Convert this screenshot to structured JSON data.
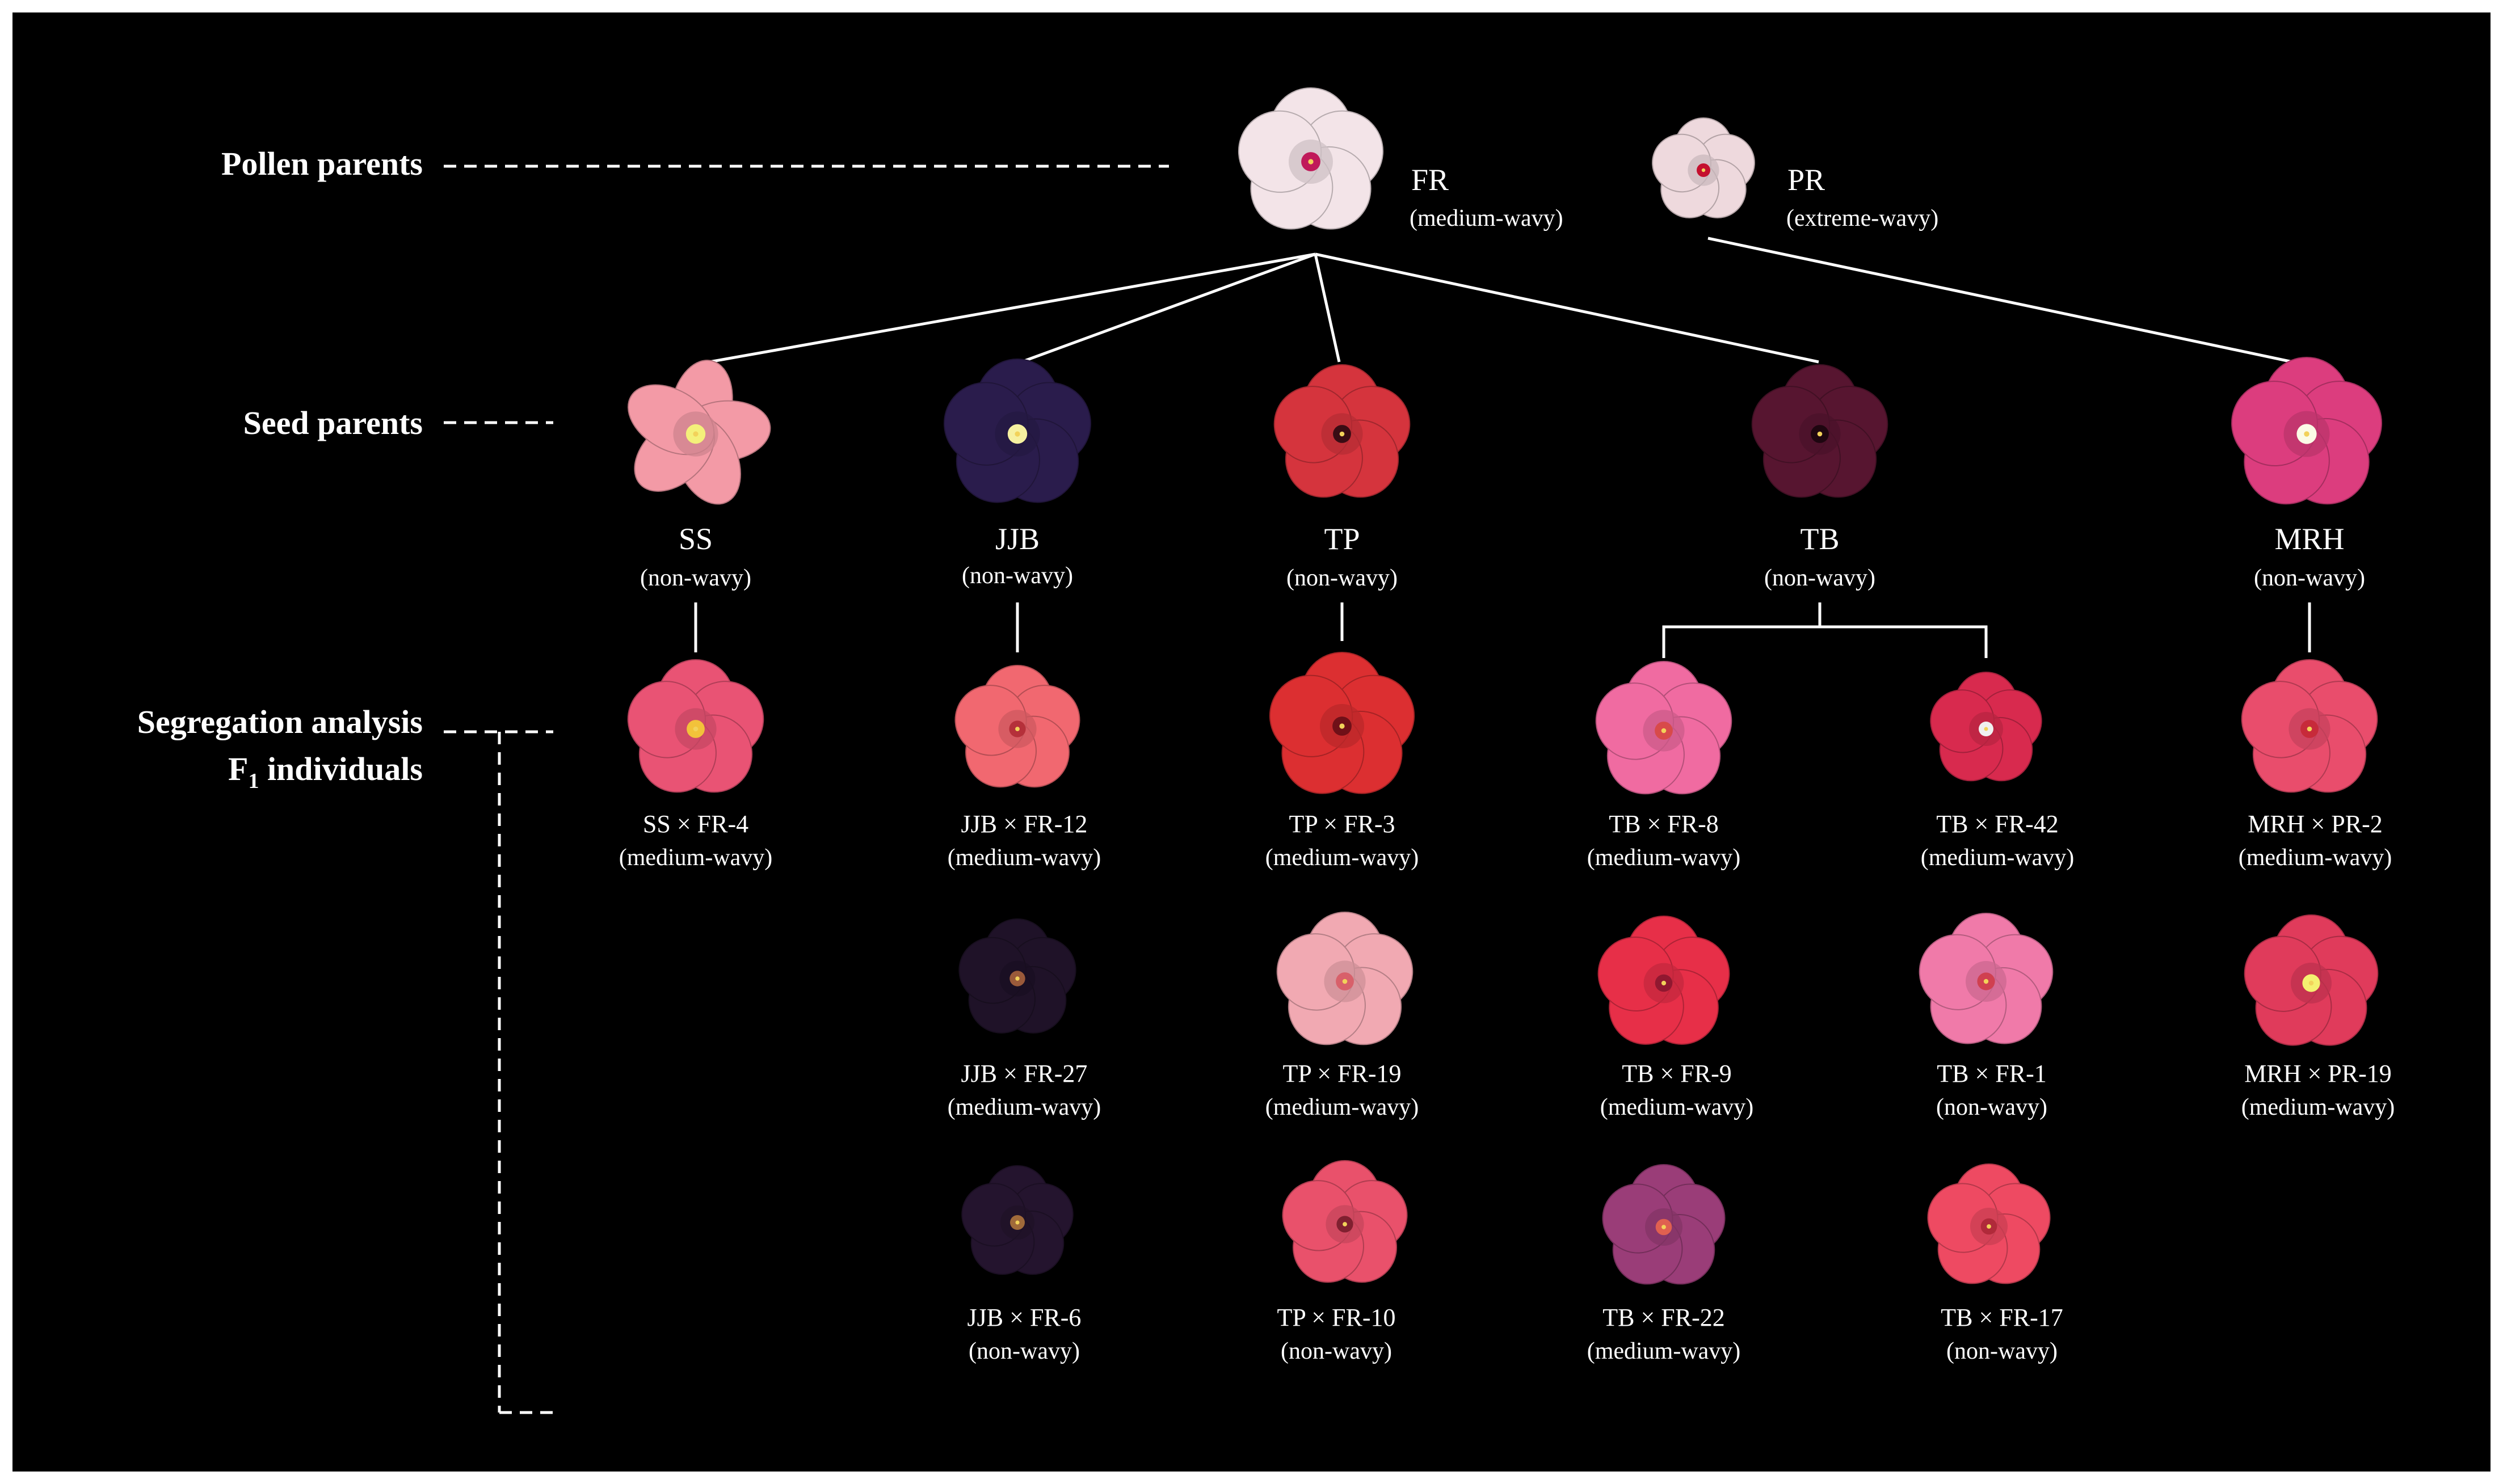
{
  "row_labels": {
    "pollen": "Pollen parents",
    "seed": "Seed parents",
    "segregation_line1": "Segregation analysis",
    "segregation_line2_main": "F",
    "segregation_line2_sub": "1",
    "segregation_line2_rest": " individuals"
  },
  "pollen_parents": [
    {
      "name": "FR",
      "phenotype": "(medium-wavy)",
      "color": "#f3e4e8",
      "center": "#c01a5a"
    },
    {
      "name": "PR",
      "phenotype": "(extreme-wavy)",
      "color": "#eed9dd",
      "center": "#c4102e"
    }
  ],
  "seed_parents": [
    {
      "name": "SS",
      "phenotype": "(non-wavy)",
      "color": "#f39aa6",
      "center": "#f4f07a"
    },
    {
      "name": "JJB",
      "phenotype": "(non-wavy)",
      "color": "#2a1c4c",
      "center": "#f6f0a0"
    },
    {
      "name": "TP",
      "phenotype": "(non-wavy)",
      "color": "#d5343d",
      "center": "#3a0c14"
    },
    {
      "name": "TB",
      "phenotype": "(non-wavy)",
      "color": "#571530",
      "center": "#1e0610"
    },
    {
      "name": "MRH",
      "phenotype": "(non-wavy)",
      "color": "#dc3d7e",
      "center": "#fbfbe6"
    }
  ],
  "f1_individuals": [
    {
      "name": "SS × FR-4",
      "phenotype": "(medium-wavy)",
      "color": "#e95374",
      "center": "#f2c23a"
    },
    {
      "name": "JJB × FR-12",
      "phenotype": "(medium-wavy)",
      "color": "#f16870",
      "center": "#b5303a"
    },
    {
      "name": "JJB × FR-27",
      "phenotype": "(medium-wavy)",
      "color": "#1f1228",
      "center": "#9a5a3a"
    },
    {
      "name": "JJB × FR-6",
      "phenotype": "(non-wavy)",
      "color": "#24142e",
      "center": "#a06a3a"
    },
    {
      "name": "TP × FR-3",
      "phenotype": "(medium-wavy)",
      "color": "#dc2f31",
      "center": "#701018"
    },
    {
      "name": "TP × FR-19",
      "phenotype": "(medium-wavy)",
      "color": "#f1a9b2",
      "center": "#d8606a"
    },
    {
      "name": "TP × FR-10",
      "phenotype": "(non-wavy)",
      "color": "#e9516b",
      "center": "#802030"
    },
    {
      "name": "TB × FR-8",
      "phenotype": "(medium-wavy)",
      "color": "#f06ba1",
      "center": "#d84a4a"
    },
    {
      "name": "TB × FR-9",
      "phenotype": "(medium-wavy)",
      "color": "#e72f48",
      "center": "#901830"
    },
    {
      "name": "TB × FR-22",
      "phenotype": "(medium-wavy)",
      "color": "#9a3d78",
      "center": "#e06050"
    },
    {
      "name": "TB × FR-42",
      "phenotype": "(medium-wavy)",
      "color": "#d82a4e",
      "center": "#f0f0f0"
    },
    {
      "name": "TB × FR-1",
      "phenotype": "(non-wavy)",
      "color": "#f07aa9",
      "center": "#d04050"
    },
    {
      "name": "TB × FR-17",
      "phenotype": "(non-wavy)",
      "color": "#ee4a62",
      "center": "#b02a3a"
    },
    {
      "name": "MRH × PR-2",
      "phenotype": "(medium-wavy)",
      "color": "#e94d6c",
      "center": "#c72a3a"
    },
    {
      "name": "MRH × PR-19",
      "phenotype": "(medium-wavy)",
      "color": "#e03b5b",
      "center": "#f4f070"
    }
  ]
}
